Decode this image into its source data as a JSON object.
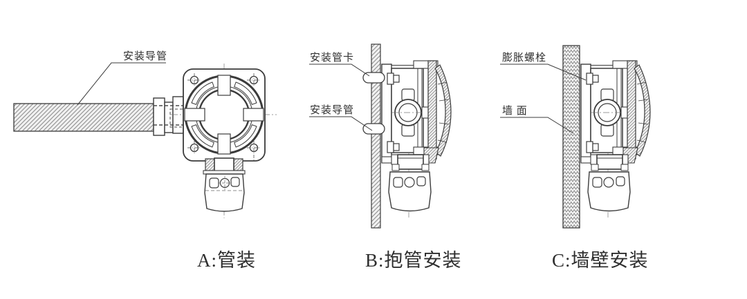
{
  "figure": {
    "type": "technical-diagram",
    "background": "#ffffff",
    "line_color": "#3b3b3b",
    "hatch_color": "#8f8f8f",
    "panels": [
      {
        "id": "A",
        "caption": "A:管装",
        "labels": [
          "安装导管"
        ]
      },
      {
        "id": "B",
        "caption": "B:抱管安装",
        "labels": [
          "安装管卡",
          "安装导管"
        ]
      },
      {
        "id": "C",
        "caption": "C:墙壁安装",
        "labels": [
          "膨胀螺栓",
          "墙 面"
        ]
      }
    ]
  }
}
